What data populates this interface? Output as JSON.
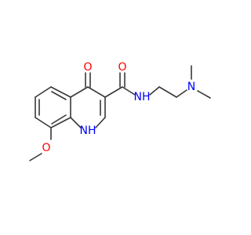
{
  "molecule": {
    "atoms": {
      "carbonyl_oxygen": {
        "text": "O",
        "color": "#ff0000"
      },
      "hydroxyl_oxygen": {
        "text": "O",
        "color": "#ff0000"
      },
      "amide_nitrogen": {
        "text": "NH",
        "color": "#0000ff"
      },
      "ring_nitrogen": {
        "text": "NH",
        "color": "#0000ff"
      },
      "dimethylamine_nitrogen": {
        "text": "N",
        "color": "#0000ff"
      },
      "methoxy_oxygen": {
        "text": "O",
        "color": "#ff0000"
      }
    },
    "bond_color": "#383838"
  }
}
